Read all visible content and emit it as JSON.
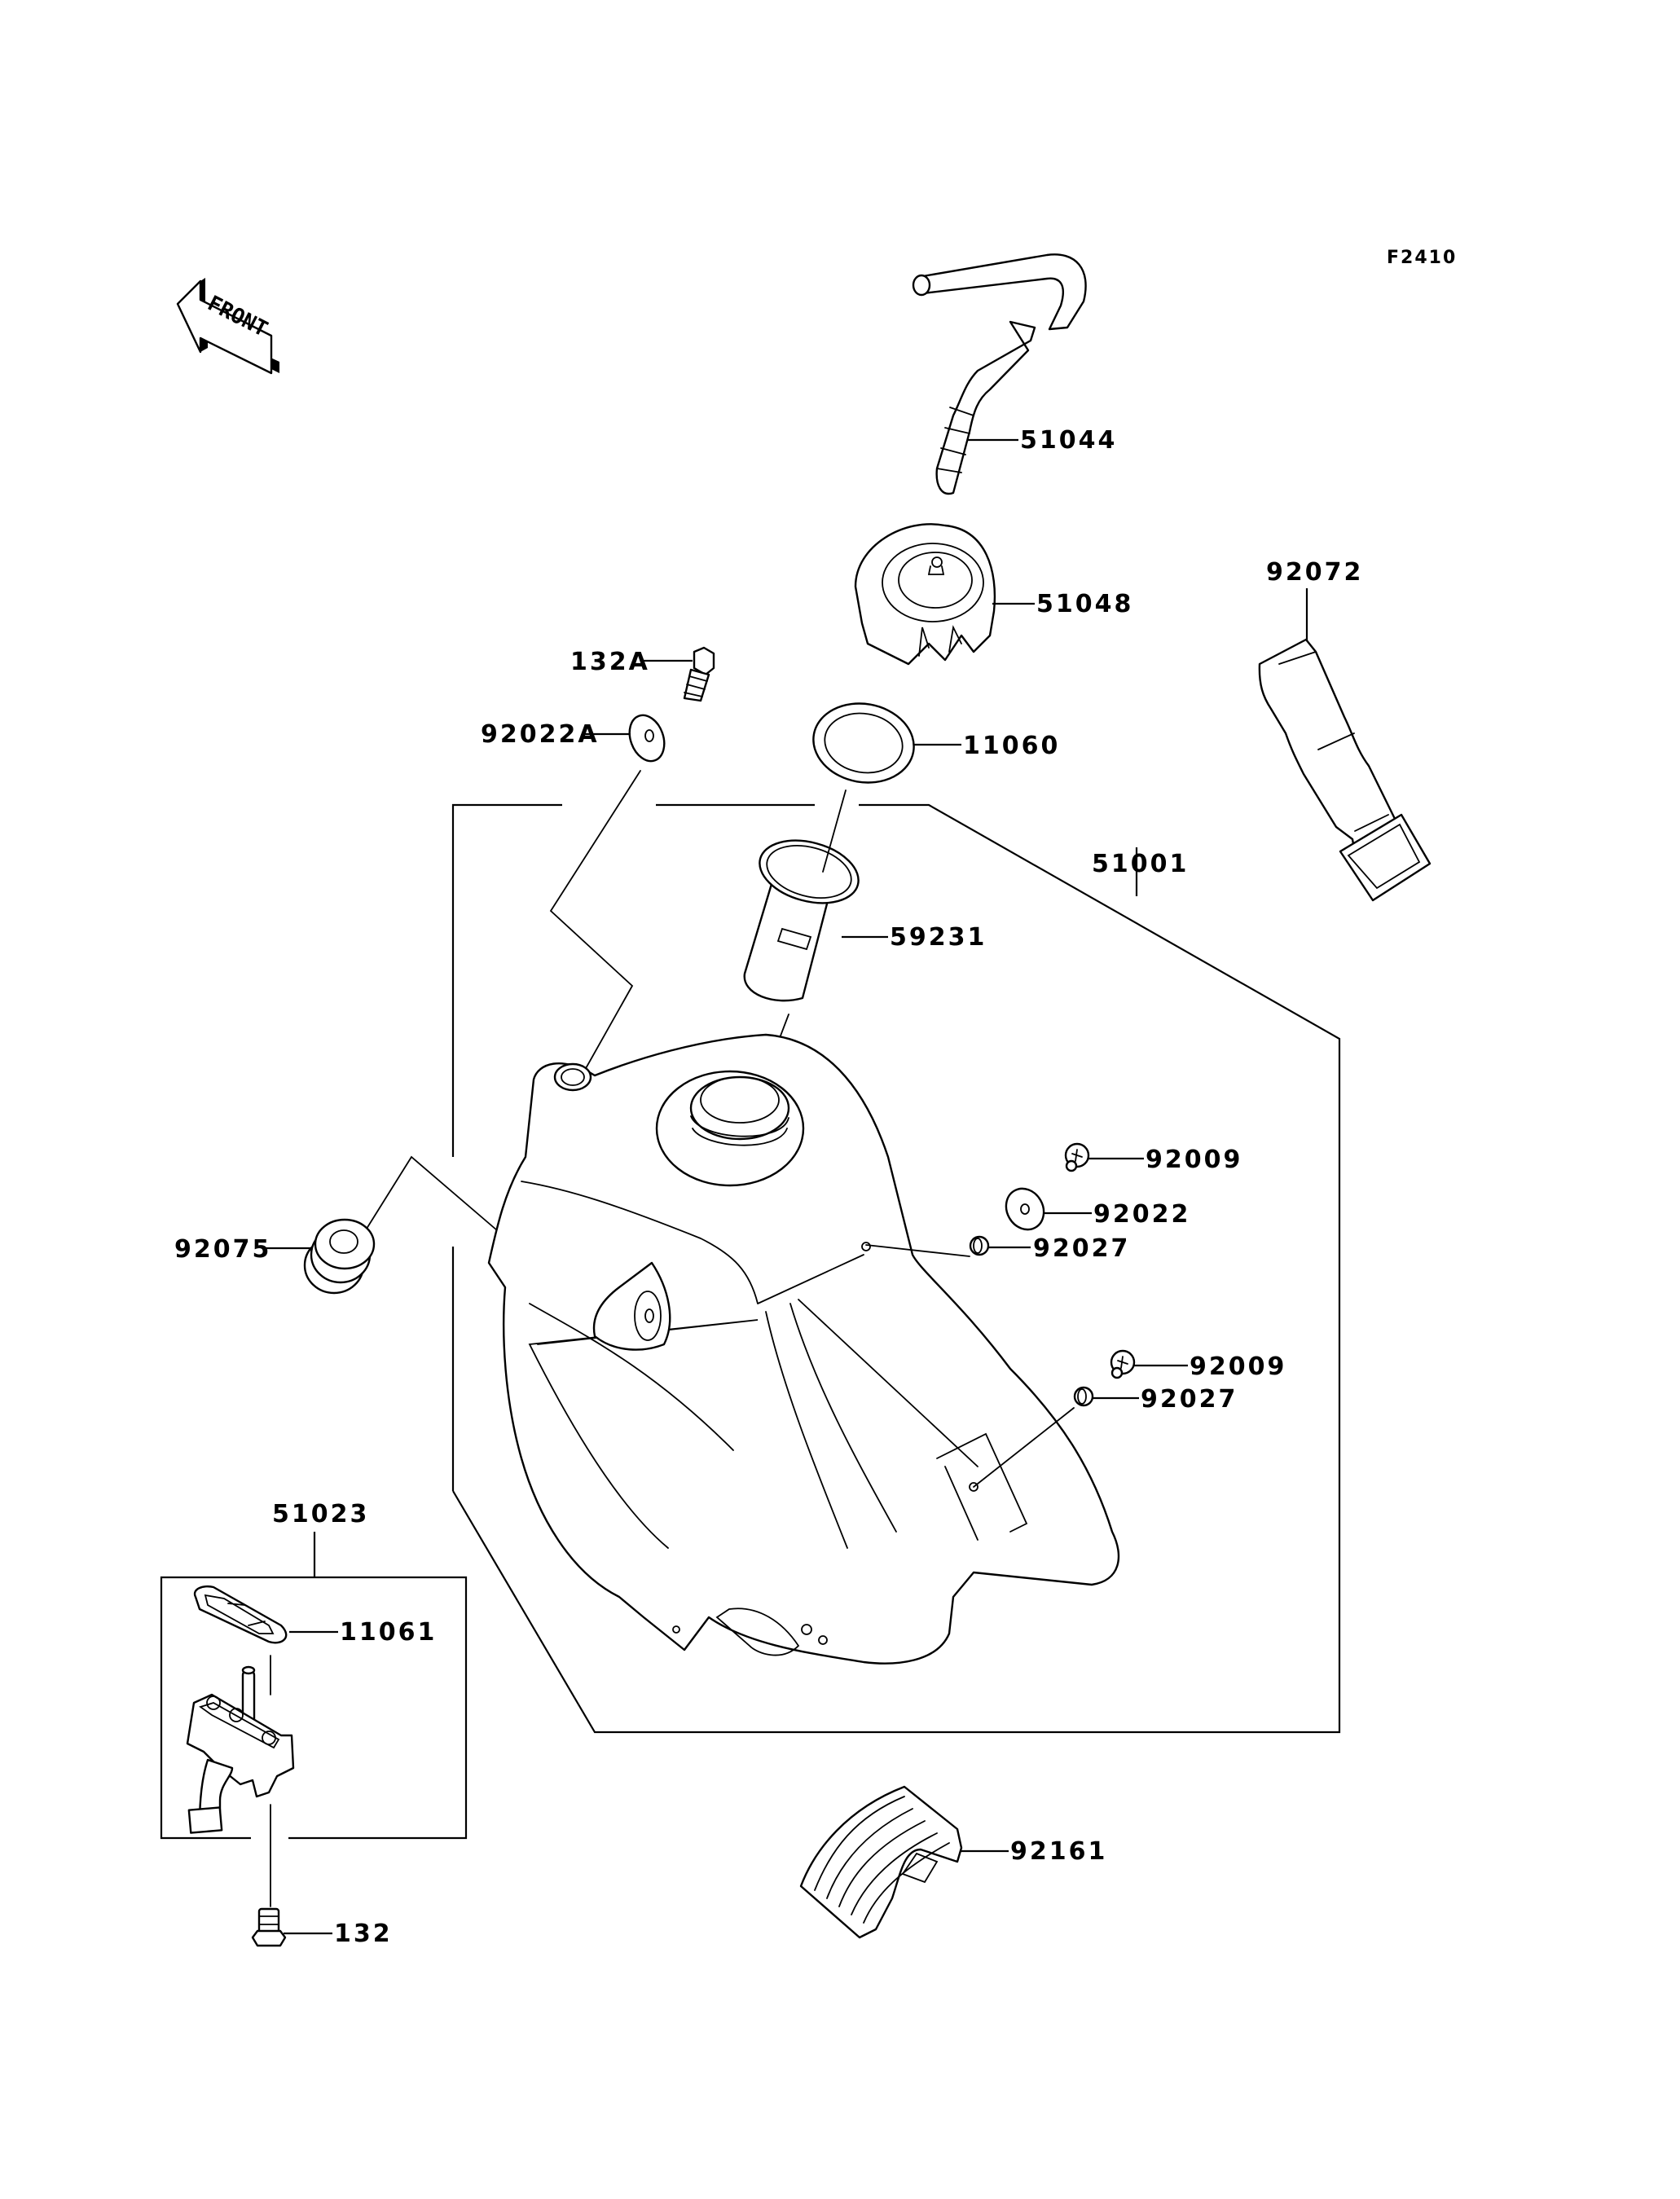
{
  "diagram": {
    "figure_code": "F2410",
    "direction_indicator": "FRONT",
    "parts": [
      {
        "number": "51044",
        "description": "hose"
      },
      {
        "number": "51048",
        "description": "fuel cap"
      },
      {
        "number": "132A",
        "description": "bolt"
      },
      {
        "number": "92022A",
        "description": "washer"
      },
      {
        "number": "11060",
        "description": "gasket"
      },
      {
        "number": "92072",
        "description": "strap"
      },
      {
        "number": "51001",
        "description": "fuel tank"
      },
      {
        "number": "59231",
        "description": "filter"
      },
      {
        "number": "92009",
        "description": "screw"
      },
      {
        "number": "92022",
        "description": "washer"
      },
      {
        "number": "92027",
        "description": "collar"
      },
      {
        "number": "92009",
        "description": "screw"
      },
      {
        "number": "92027",
        "description": "collar"
      },
      {
        "number": "92075",
        "description": "damper"
      },
      {
        "number": "51023",
        "description": "fuel cock assembly"
      },
      {
        "number": "11061",
        "description": "gasket"
      },
      {
        "number": "132",
        "description": "bolt"
      },
      {
        "number": "92161",
        "description": "damper"
      }
    ]
  }
}
